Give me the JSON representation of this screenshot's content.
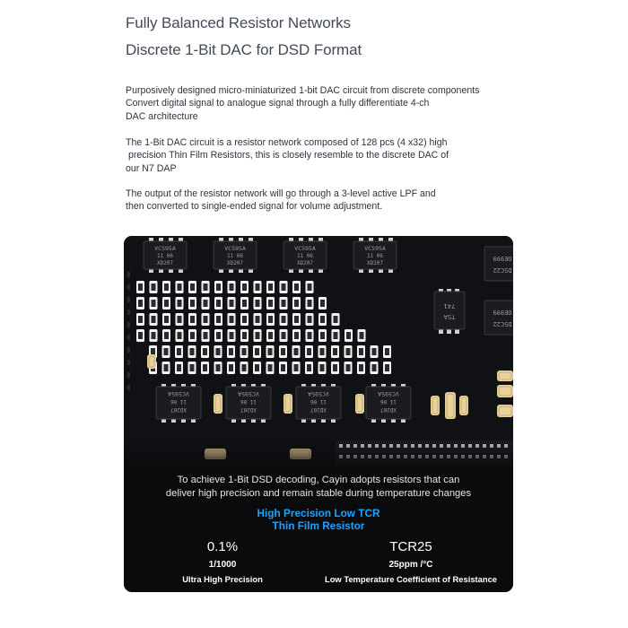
{
  "headline": {
    "line1": "Fully Balanced Resistor Networks",
    "line2": "Discrete 1-Bit DAC for DSD Format"
  },
  "paragraphs": [
    {
      "lines": [
        "Purposively designed micro-miniaturized 1-bit DAC circuit from discrete components",
        "Convert digital signal to analogue signal through a fully differentiate 4-ch",
        "DAC architecture"
      ]
    },
    {
      "lines": [
        "The 1-Bit DAC circuit is a resistor network composed of 128 pcs (4 x32) high",
        " precision Thin Film Resistors, this is closely resemble to the discrete DAC of",
        "our N7 DAP"
      ]
    },
    {
      "lines": [
        "The output of the resistor network will go through a 3-level active LPF and",
        "then converted to single-ended signal for volume adjustment."
      ]
    }
  ],
  "board": {
    "chips_top": [
      {
        "line1": "VC595A",
        "line2": "11  06",
        "line3": "XD207"
      },
      {
        "line1": "VC595A",
        "line2": "11  06",
        "line3": "XD207"
      },
      {
        "line1": "VC595A",
        "line2": "11  06",
        "line3": "XD207"
      },
      {
        "line1": "VC595A",
        "line2": "11  06",
        "line3": "XD207"
      }
    ],
    "chips_bottom": [
      {
        "line1": "XD207",
        "line2": "11  06",
        "line3": "VC595A"
      },
      {
        "line1": "XD207",
        "line2": "11  06",
        "line3": "VC595A"
      },
      {
        "line1": "XD207",
        "line2": "11  06",
        "line3": "VC595A"
      },
      {
        "line1": "XD207",
        "line2": "11  06",
        "line3": "VC595A"
      }
    ],
    "small_chip": {
      "line1": "TSA",
      "line2": "741"
    },
    "side_chips": [
      {
        "line1": "DSC22",
        "line2": "OE999"
      },
      {
        "line1": "DSC22",
        "line2": "OE999"
      }
    ],
    "colors": {
      "board": "#0a0b0d",
      "silkscreen": "#e8e8e8",
      "chip": "#1b1c1f",
      "resistor": "#f2f2f2",
      "capacitor": "#e9d29a"
    }
  },
  "caption": {
    "line1": "To achieve 1-Bit DSD decoding, Cayin adopts resistors that can",
    "line2": "deliver high precision and remain stable during temperature changes"
  },
  "accent": {
    "line1": "High Precision Low TCR",
    "line2": "Thin Film Resistor",
    "color": "#1da1ff"
  },
  "stats": [
    {
      "value": "0.1%",
      "detail": "1/1000",
      "label": "Ultra High Precision"
    },
    {
      "value": "TCR25",
      "detail": "25ppm /°C",
      "label": "Low Temperature  Coefficient of Resistance"
    }
  ]
}
